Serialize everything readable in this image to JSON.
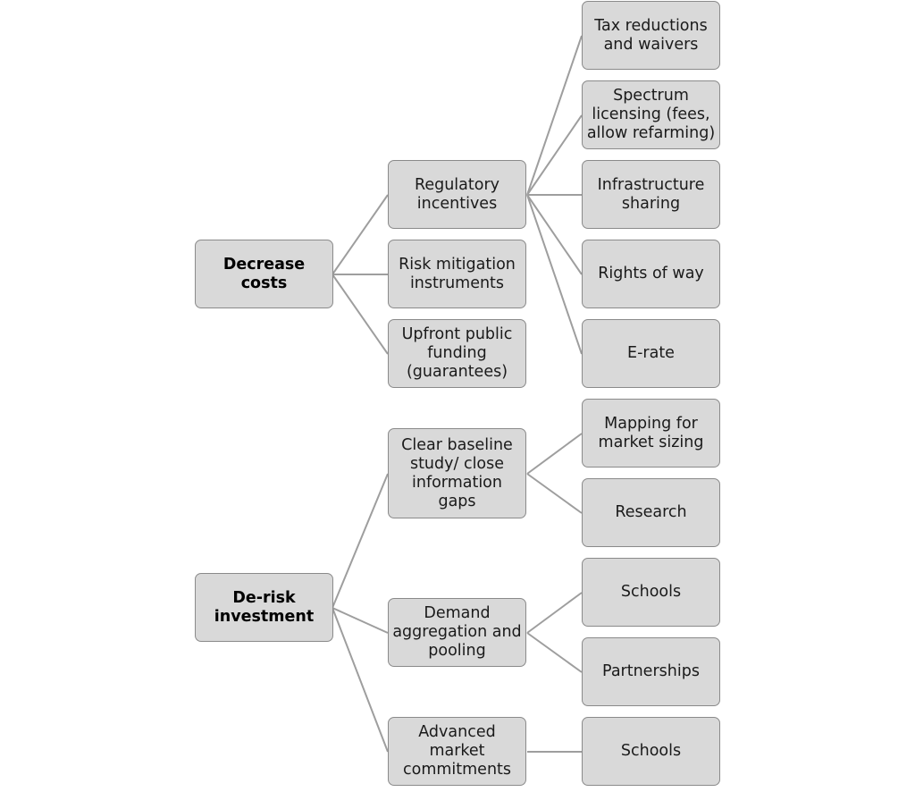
{
  "tree": [
    {
      "label": "Decrease costs",
      "children": [
        {
          "label": "Regulatory incentives",
          "children": [
            "Tax reductions and waivers",
            "Spectrum licensing (fees, allow refarming)",
            "Infrastructure sharing",
            "Rights of way",
            "E-rate"
          ]
        },
        {
          "label": "Risk mitigation instruments",
          "children": []
        },
        {
          "label": "Upfront public funding (guarantees)",
          "children": []
        }
      ]
    },
    {
      "label": "De-risk investment",
      "children": [
        {
          "label": "Clear baseline study/ close information gaps",
          "children": [
            "Mapping for market sizing",
            "Research"
          ]
        },
        {
          "label": "Demand aggregation and pooling",
          "children": [
            "Schools",
            "Partnerships"
          ]
        },
        {
          "label": "Advanced market commitments",
          "children": [
            "Schools"
          ]
        }
      ]
    }
  ]
}
